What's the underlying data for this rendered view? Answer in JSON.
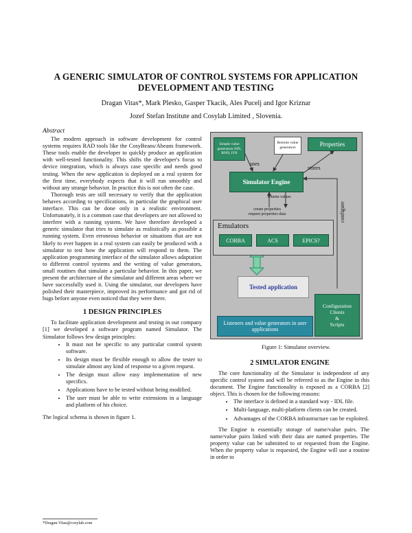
{
  "title_lines": [
    "A GENERIC SIMULATOR OF CONTROL SYSTEMS FOR APPLICATION",
    "DEVELOPMENT AND TESTING"
  ],
  "authors": "Dragan Vitas*, Mark Plesko, Gasper Tkacik, Ales Pucelj and Igor Kriznar",
  "affiliation": "Jozef Stefan Institute and Cosylab Limited , Slovenia.",
  "abstract": {
    "heading": "Abstract",
    "p1": "The modern approach in software development for control systems requires RAD tools like the CosyBeans/Abeans framework. These tools enable the developer to quickly produce an application with well-tested functionality. This shifts the developer's focus to device integration, which is always case specific and needs good testing. When the new application is deployed on a real system for the first time, everybody expects that it will run smoothly and without any strange behavior. In practice this is not often the case.",
    "p2": "Thorough tests are still necessary to verify that the application behaves according to specifications, in particular the graphical user interface. This can be done only in a realistic environment. Unfortunately, it is a common case that developers are not allowed to interfere with a running system. We have therefore developed a generic simulator that tries to simulate as realistically as possible a running system. Even erroneous behavior or situations that are not likely to ever happen in a real system can easily be produced with a simulator to test how the application will respond to them. The application programming interface of the simulator allows adaptation to different control systems and the writing of value generators, small routines that simulate a particular behavior. In this paper, we present the architecture of the simulator and different areas where we have successfully used it. Using the simulator, our developers have polished their masterpiece, improved its performance and got rid of bugs before anyone even noticed that they were there."
  },
  "section1": {
    "heading": "1 DESIGN PRINCIPLES",
    "intro": "To facilitate application development and testing in our company [1] we developed a software program named Simulator. The Simulator follows few design principles:",
    "bullets": [
      "It must not be specific to any particular control system software.",
      "Its design must be flexible enough to allow the tester to simulate almost any kind of response to a given request.",
      "The design must allow easy implementation of new specifics.",
      "Applications have to be tested without being modified.",
      "The user must be able to write extensions in a language and platform of his choice."
    ],
    "outro": "The logical schema is shown in figure 1."
  },
  "figure": {
    "caption": "Figure 1: Simulator overview.",
    "simple_gen": "Simple value generators SIN, RND, FIX",
    "remote_gen": "Remote value generators",
    "properties": "Properties",
    "uses": "uses",
    "stores": "stores",
    "engine": "Simulator Engine",
    "returns": "returns values",
    "create": "create properties",
    "request": "request properties data",
    "configure": "configure",
    "emulators": "Emulators",
    "corba": "CORBA",
    "acs": "ACS",
    "epics": "EPICS?",
    "tested": "Tested application",
    "config1": "Configuration",
    "config2": "Clients",
    "config3": "&",
    "config4": "Scripts",
    "listeners": "Listeners and value generators in user applications"
  },
  "section2": {
    "heading": "2 SIMULATOR ENGINE",
    "p1": "The core functionality of the Simulator is independent of any specific control system and will be referred to as the Engine in this document. The Engine functionality is exposed as a CORBA [2] object. This is chosen for the following reasons:",
    "bullets": [
      "The interface is defined in a standard way - IDL file.",
      "Multi-language, multi-platform clients can be created.",
      "Advantages of the CORBA infrastructure can be exploited."
    ],
    "p2": "The Engine is essentially storage of name/value pairs. The name/value pairs linked with their data are named properties. The property value can be submitted to or requested from the Engine. When the property value is requested, the Engine will use a routine in order to"
  },
  "footnote": "*Dragan.Vitas@cosylab.com"
}
